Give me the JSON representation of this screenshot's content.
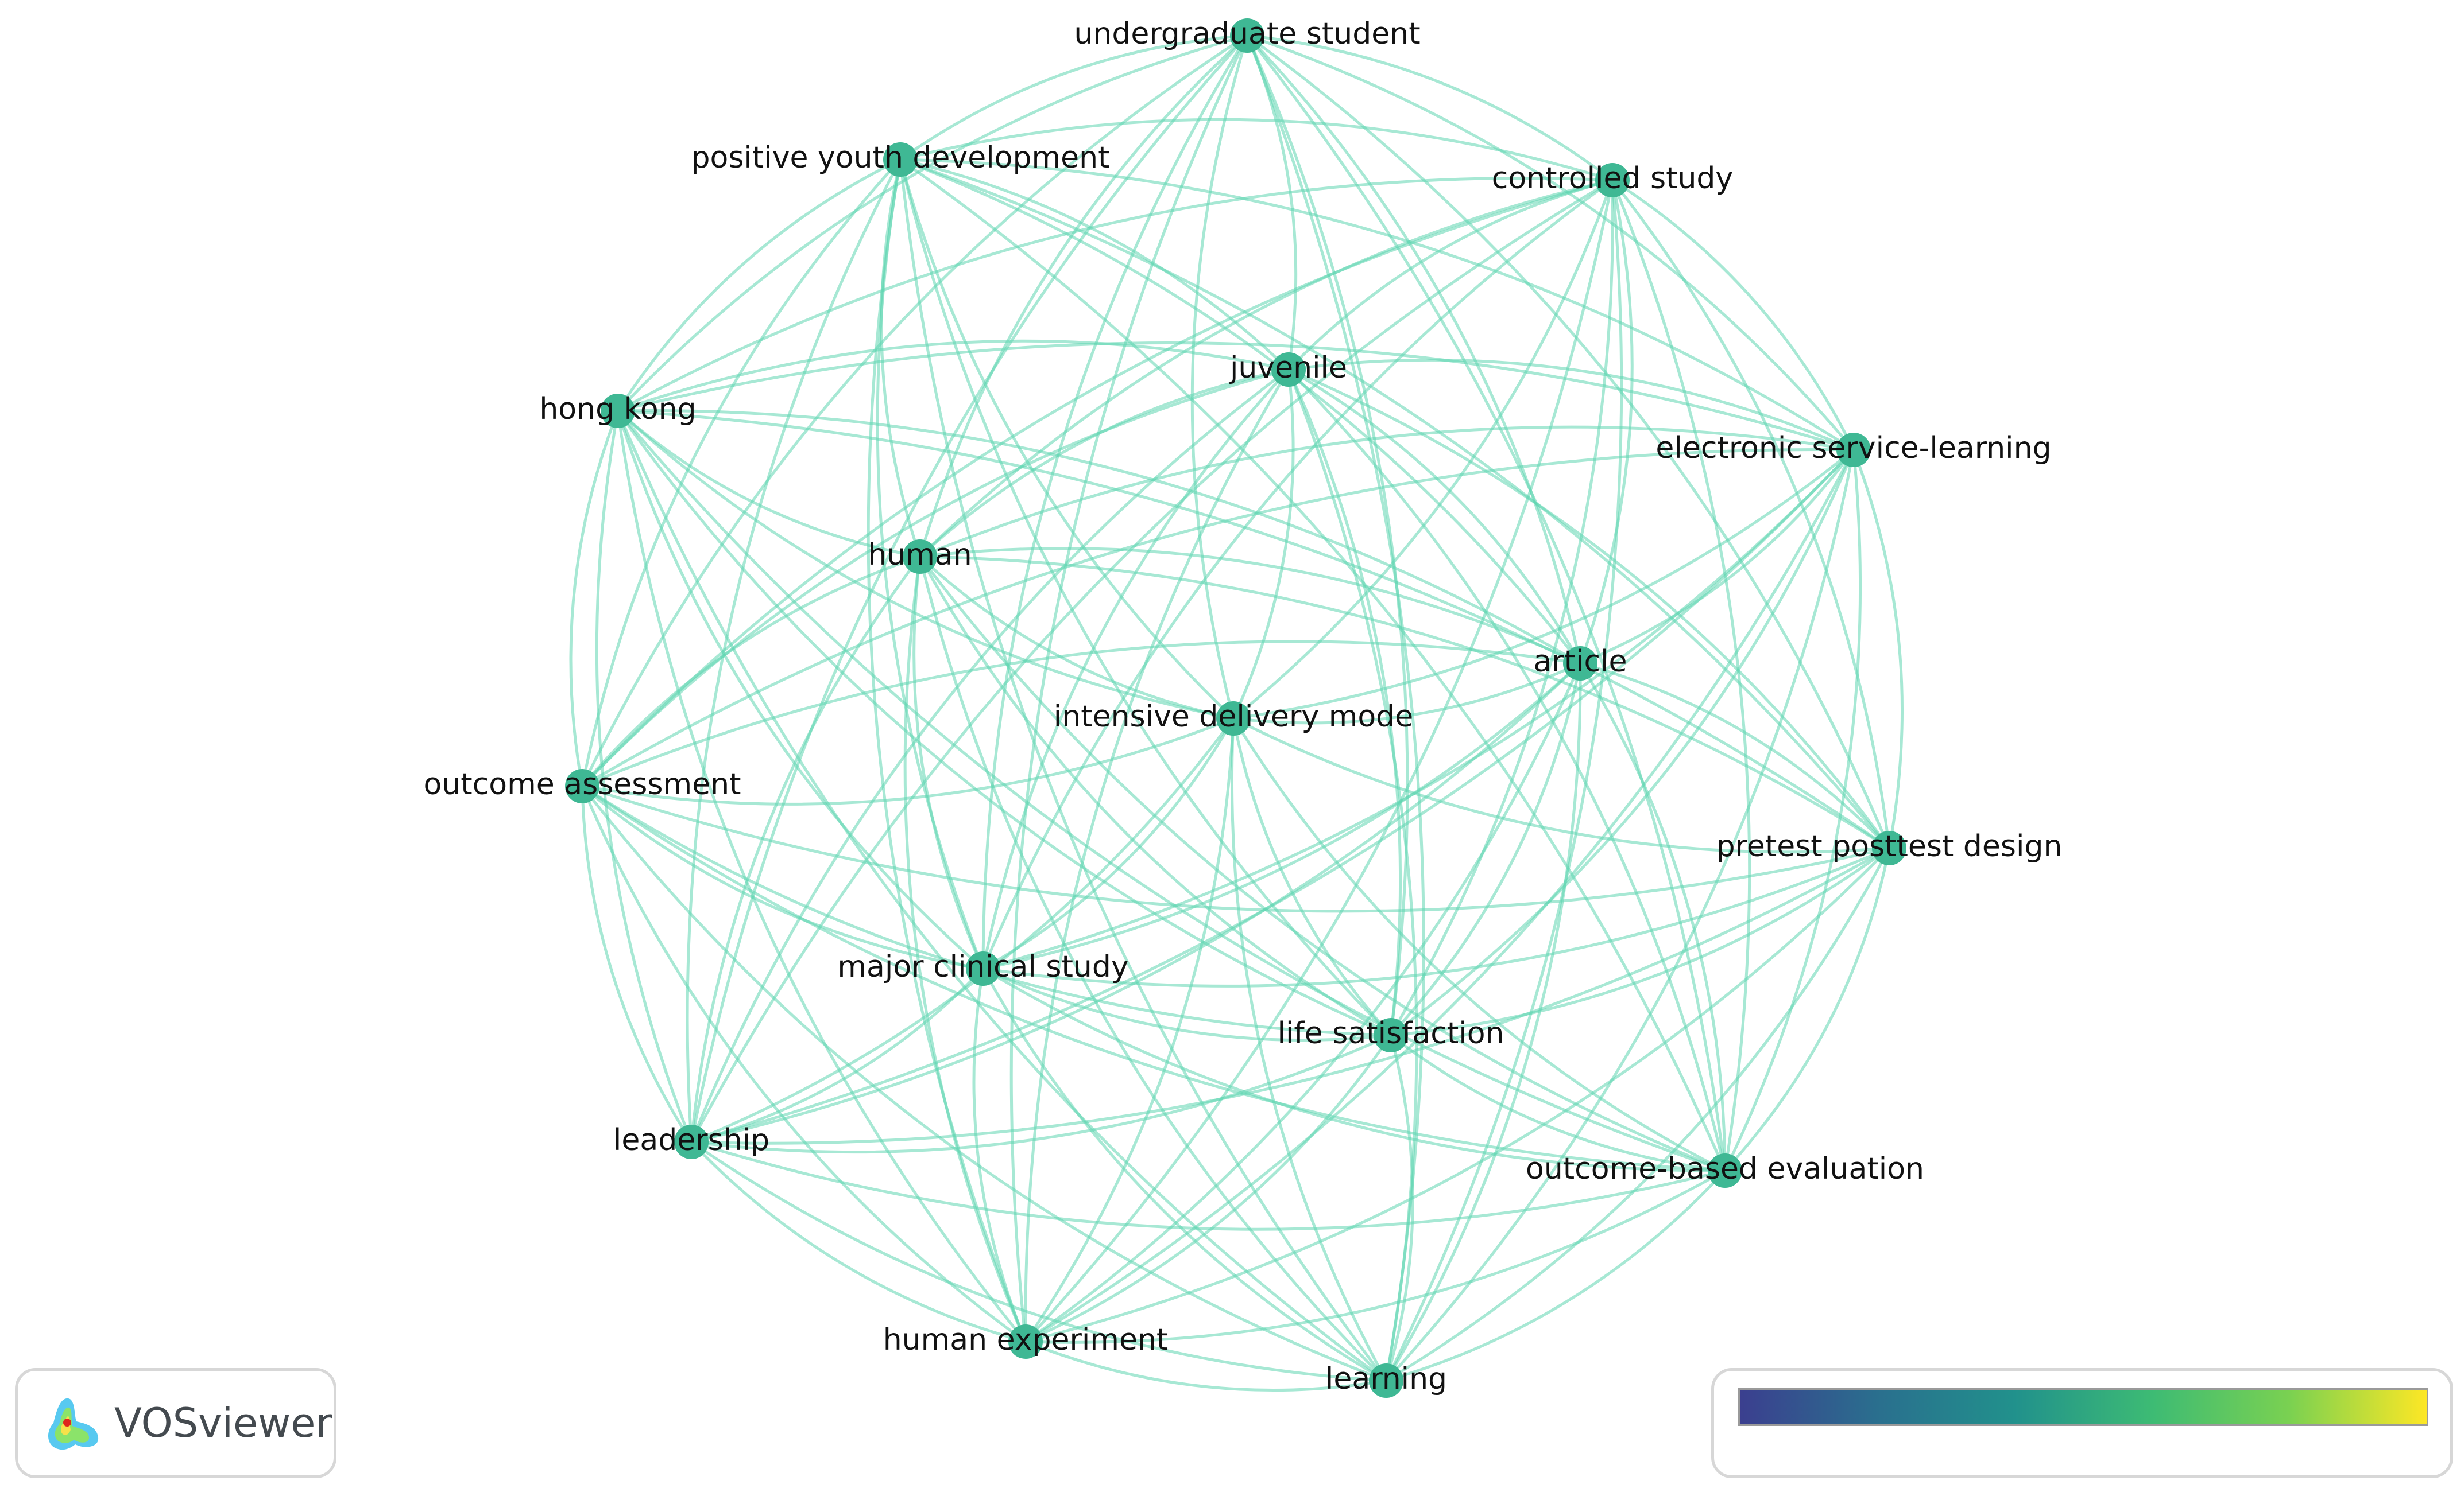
{
  "network": {
    "nodes": [
      {
        "id": "undergraduate-student",
        "label": "undergraduate student"
      },
      {
        "id": "positive-youth-development",
        "label": "positive youth development"
      },
      {
        "id": "controlled-study",
        "label": "controlled study"
      },
      {
        "id": "juvenile",
        "label": "juvenile"
      },
      {
        "id": "hong-kong",
        "label": "hong kong"
      },
      {
        "id": "electronic-service-learning",
        "label": "electronic service-learning"
      },
      {
        "id": "human",
        "label": "human"
      },
      {
        "id": "article",
        "label": "article"
      },
      {
        "id": "intensive-delivery-mode",
        "label": "intensive delivery mode"
      },
      {
        "id": "outcome-assessment",
        "label": "outcome assessment"
      },
      {
        "id": "pretest-posttest-design",
        "label": "pretest posttest design"
      },
      {
        "id": "major-clinical-study",
        "label": "major clinical study"
      },
      {
        "id": "life-satisfaction",
        "label": "life satisfaction"
      },
      {
        "id": "leadership",
        "label": "leadership"
      },
      {
        "id": "outcome-based-evaluation",
        "label": "outcome-based evaluation"
      },
      {
        "id": "human-experiment",
        "label": "human experiment"
      },
      {
        "id": "learning",
        "label": "learning"
      }
    ],
    "edge_color": "#5fd6b0",
    "node_color": "#3fb894"
  },
  "logo": {
    "text": "VOSviewer",
    "icon": "vosviewer-logo-icon"
  },
  "legend": {
    "colormap": [
      "#3b3f8f",
      "#2a6f8e",
      "#21918c",
      "#3dbb74",
      "#7ad151",
      "#fde725"
    ]
  }
}
